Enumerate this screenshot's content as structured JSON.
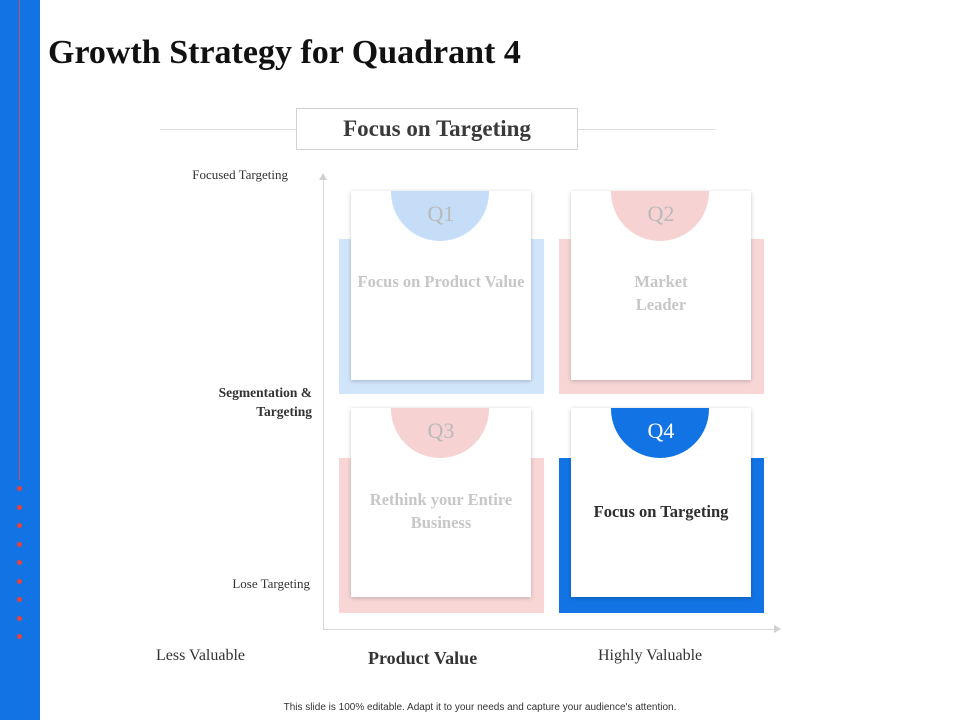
{
  "slide": {
    "title": "Growth Strategy for Quadrant 4",
    "header": "Focus on Targeting",
    "footer": "This slide is 100% editable. Adapt it to your needs and capture your audience's attention."
  },
  "axes": {
    "y_top": "Focused Targeting",
    "y_mid": "Segmentation & Targeting",
    "y_bottom": "Lose Targeting",
    "x_left": "Less Valuable",
    "x_center": "Product Value",
    "x_right": "Highly Valuable"
  },
  "quadrants": [
    {
      "label": "Q1",
      "text": "Focus on Product Value",
      "highlighted": false,
      "color": "#d0e4fa"
    },
    {
      "label": "Q2",
      "text": "Market Leader",
      "highlighted": false,
      "color": "#f7d6d5"
    },
    {
      "label": "Q3",
      "text": "Rethink your Entire Business",
      "highlighted": false,
      "color": "#f7d6d5"
    },
    {
      "label": "Q4",
      "text": "Focus on Targeting",
      "highlighted": true,
      "color": "#1274e4"
    }
  ],
  "colors": {
    "accent_blue": "#1274e4",
    "accent_red": "#e8403a",
    "light_blue": "#d0e4fa",
    "light_pink": "#f7d6d5"
  }
}
